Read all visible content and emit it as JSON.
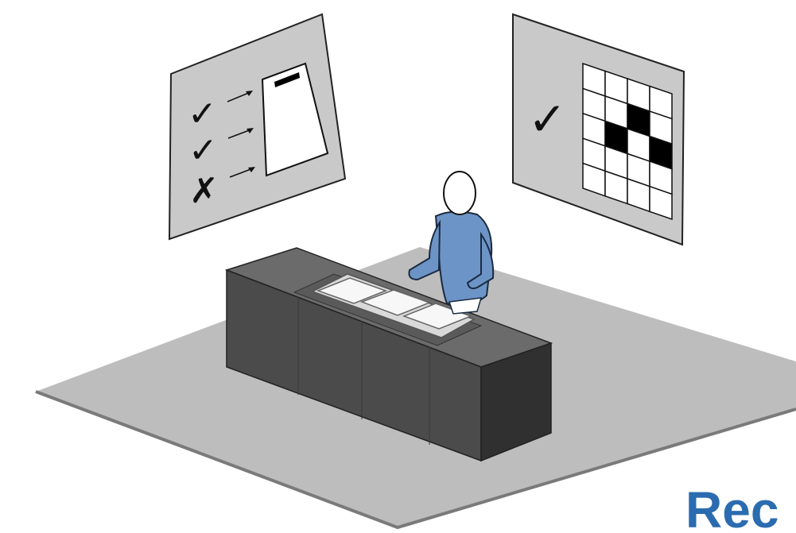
{
  "caption": {
    "text": "Rec"
  },
  "colors": {
    "floor": "#bdbdbd",
    "floor_edge": "#808080",
    "counter_front": "#4a4a4a",
    "counter_top": "#6a6a6a",
    "counter_side": "#2e2e2e",
    "person_shirt": "#6d94c6",
    "panel": "#c8c8c8",
    "caption": "#2b6cb0"
  },
  "left_panel": {
    "marks": [
      {
        "symbol": "✓",
        "name": "check-icon"
      },
      {
        "symbol": "✓",
        "name": "check-icon"
      },
      {
        "symbol": "✗",
        "name": "cross-icon"
      }
    ]
  },
  "right_panel": {
    "symbol": "✓",
    "grid": [
      [
        0,
        0,
        0,
        0
      ],
      [
        0,
        0,
        1,
        0
      ],
      [
        0,
        1,
        0,
        1
      ],
      [
        0,
        0,
        0,
        0
      ],
      [
        0,
        0,
        0,
        0
      ]
    ]
  }
}
